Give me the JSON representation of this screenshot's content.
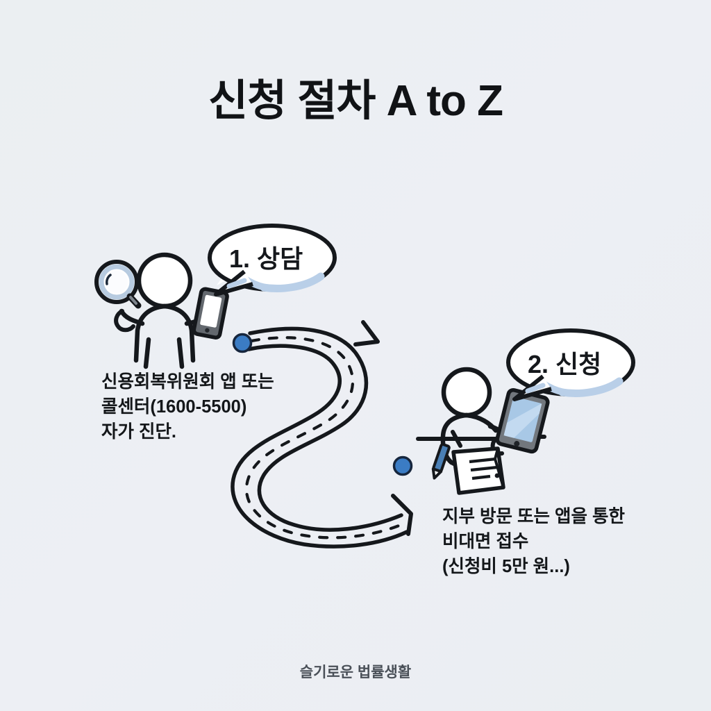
{
  "page": {
    "title": "신청 절차 A to Z",
    "background_color": "#eceff3",
    "footer": "슬기로운 법률생활"
  },
  "theme": {
    "ink": "#15181c",
    "accent_blue": "#3b7cc4",
    "accent_blue_dark": "#1f3b63",
    "bubble_shadow": "#b9cfe8",
    "screen_blue": "#a8c8e6",
    "device_gray": "#6f7479",
    "text_color": "#14171a",
    "footer_color": "#4a5058"
  },
  "steps": [
    {
      "id": "step-1",
      "bubble": "1. 상담",
      "caption_lines": [
        "신용회복위원회 앱 또는",
        "콜센터(1600-5500)",
        "자가 진단."
      ],
      "figure": {
        "name": "person-with-magnifier-and-phone",
        "props": [
          "magnifier-icon",
          "smartphone-icon"
        ]
      }
    },
    {
      "id": "step-2",
      "bubble": "2. 신청",
      "caption_lines": [
        "지부 방문 또는 앱을 통한",
        "비대면 접수",
        "(신청비 5만 원...)"
      ],
      "figure": {
        "name": "person-at-desk-with-tablet",
        "props": [
          "tablet-icon",
          "document-icon",
          "pencil-icon"
        ]
      }
    }
  ],
  "path": {
    "name": "winding-road-arrow",
    "style": "dashed-center-line",
    "markers": [
      "start-dot",
      "arrowhead-top",
      "arrowhead-bottom",
      "mid-dot"
    ]
  }
}
